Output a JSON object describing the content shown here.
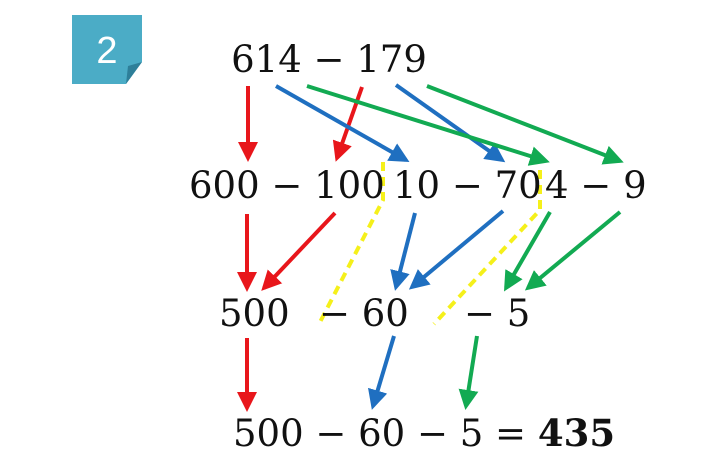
{
  "badge": {
    "number": "2",
    "color": "#4bacc6"
  },
  "rows": {
    "problem": "614 − 179",
    "split_hundreds": "600 − 100",
    "split_tens": "10 − 70",
    "split_ones": "4 − 9",
    "diff_hundreds": "500",
    "diff_tens": "− 60",
    "diff_ones": "− 5",
    "final_expression": "500 − 60 − 5 = ",
    "final_answer": "435"
  },
  "colors": {
    "hundreds_arrows": "#e8161b",
    "tens_arrows": "#1f6fc0",
    "ones_arrows": "#12aa52",
    "separator": "#f5f01a"
  }
}
